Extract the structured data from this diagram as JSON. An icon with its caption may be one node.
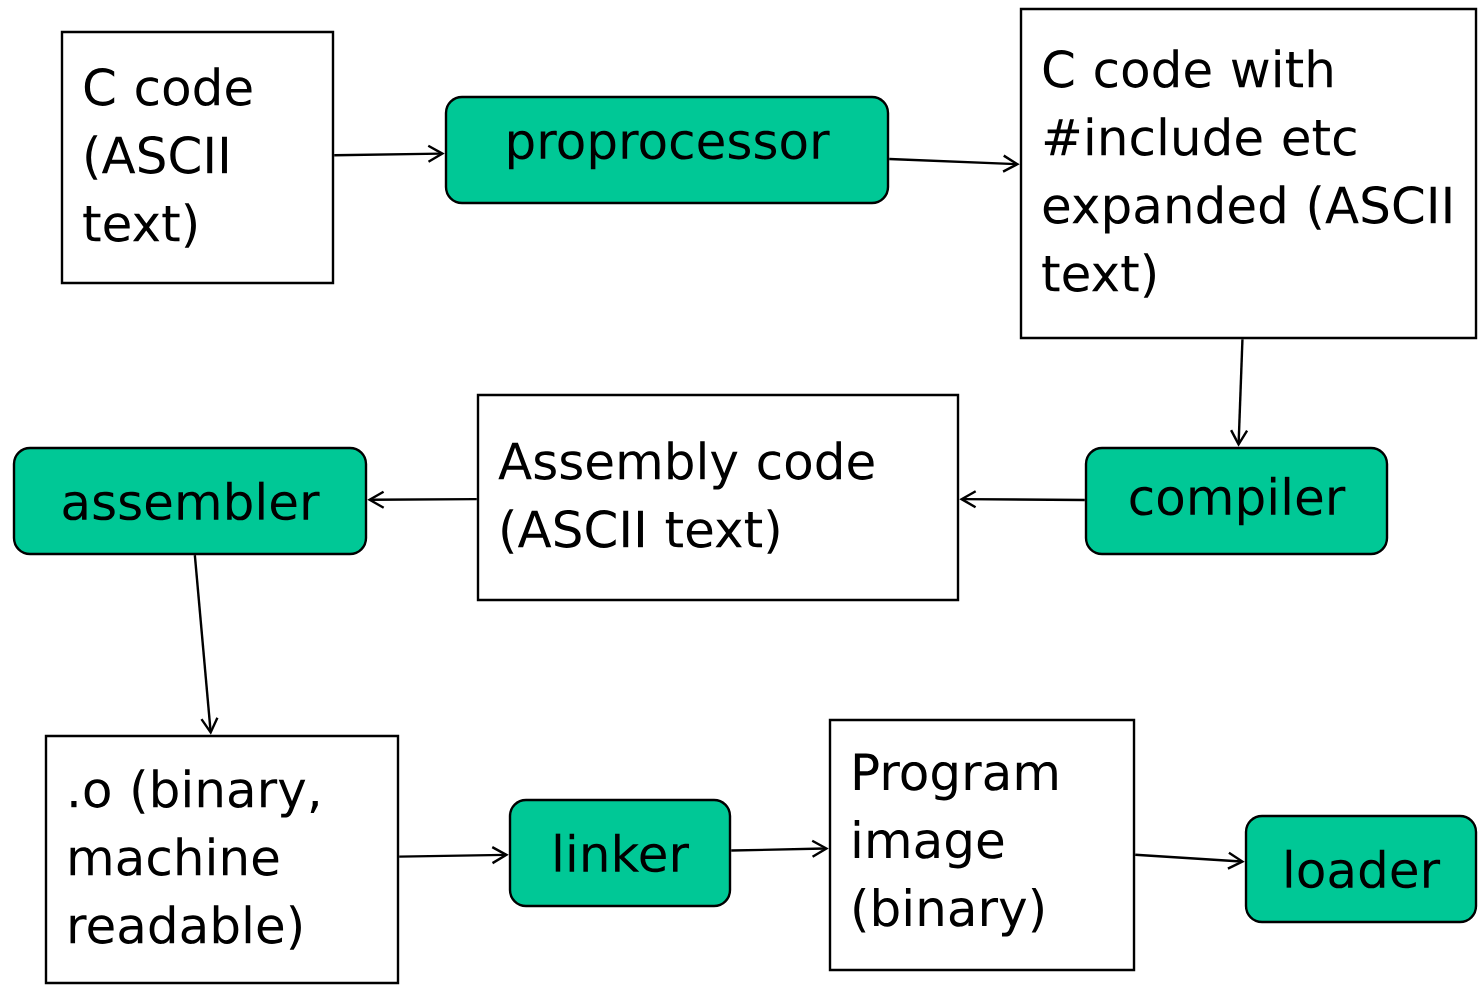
{
  "diagram": {
    "nodes": [
      {
        "text": [
          "C code (ASCII text)"
        ]
      },
      {
        "text": [
          "proprocessor"
        ]
      },
      {
        "text": [
          "C code with #include etc expanded (ASCII text)"
        ]
      },
      {
        "text": [
          "compiler"
        ]
      },
      {
        "text": [
          "Assembly code (ASCII text)"
        ]
      },
      {
        "text": [
          "assembler"
        ]
      },
      {
        "text": [
          ".o (binary, machine readable)"
        ]
      },
      {
        "text": [
          "linker"
        ]
      },
      {
        "text": [
          "Program image (binary)"
        ]
      },
      {
        "text": [
          "loader"
        ]
      }
    ],
    "edges": [
      {
        "from": 0,
        "to": 1,
        "arrow": "to"
      },
      {
        "from": 1,
        "to": 2,
        "arrow": "to"
      },
      {
        "from": 2,
        "to": 3,
        "arrow": "to"
      },
      {
        "from": 3,
        "to": 4,
        "arrow": "to"
      },
      {
        "from": 4,
        "to": 5,
        "arrow": "to"
      },
      {
        "from": 5,
        "to": 6,
        "arrow": "to"
      },
      {
        "from": 6,
        "to": 7,
        "arrow": "to"
      },
      {
        "from": 7,
        "to": 8,
        "arrow": "to"
      },
      {
        "from": 8,
        "to": 9,
        "arrow": "to"
      }
    ]
  }
}
